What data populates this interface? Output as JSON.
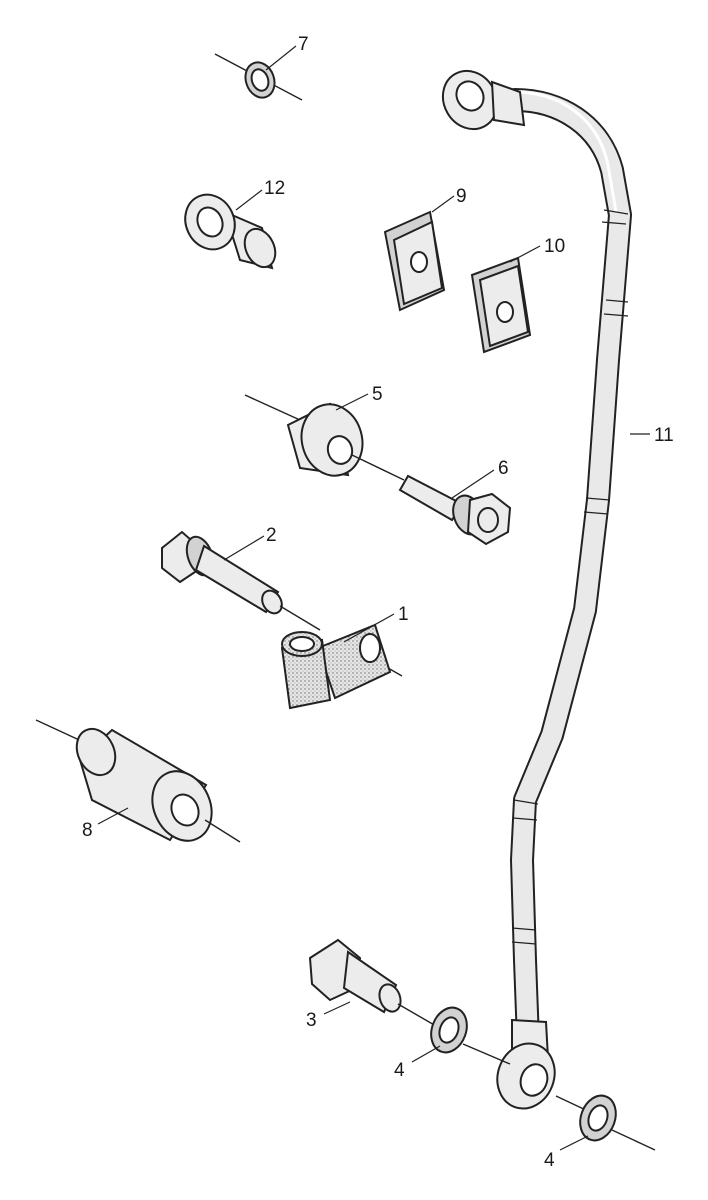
{
  "callouts": {
    "c1": "1",
    "c2": "2",
    "c3": "3",
    "c4a": "4",
    "c4b": "4",
    "c5": "5",
    "c6": "6",
    "c7": "7",
    "c8": "8",
    "c9": "9",
    "c10": "10",
    "c11": "11",
    "c12": "12"
  }
}
